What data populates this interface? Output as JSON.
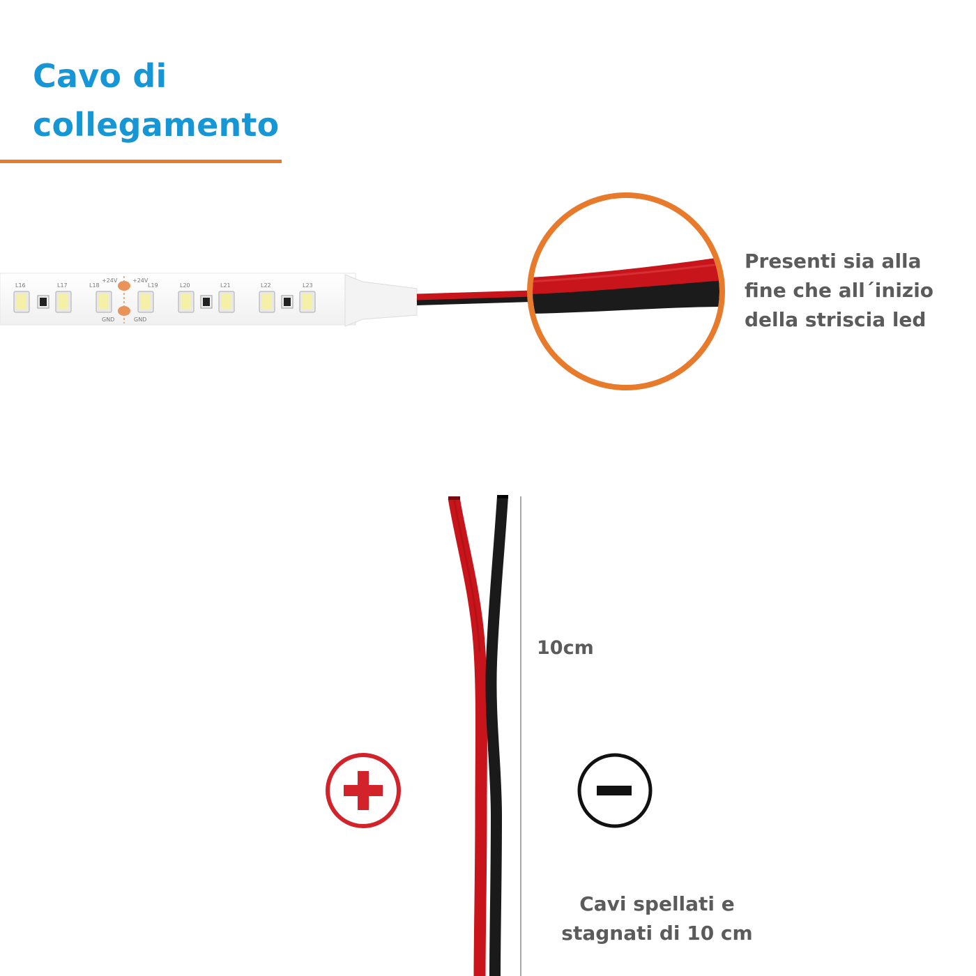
{
  "title": {
    "line1": "Cavo di",
    "line2": "collegamento"
  },
  "strip_note": {
    "line1": "Presenti sia alla",
    "line2": "fine che all´inizio",
    "line3": "della striscia led"
  },
  "length_label": "10cm",
  "cables_note": {
    "line1": "Cavi spellati e",
    "line2": "stagnati di 10 cm"
  },
  "strip_markings": {
    "l16": "L16",
    "l17": "L17",
    "l18": "L18",
    "l19": "L19",
    "l20": "L20",
    "l21": "L21",
    "l22": "L22",
    "l23": "L23",
    "v24a": "+24V",
    "v24b": "+24V",
    "gnda": "GND",
    "gndb": "GND"
  },
  "icons": {
    "positive": "plus-sign-icon",
    "negative": "minus-sign-icon",
    "highlight": "magnifier-circle"
  },
  "colors": {
    "title": "#1796d6",
    "accent_orange": "#e87a2c",
    "text_gray": "#5b5b5b",
    "red_wire": "#c8151b",
    "black_wire": "#1a1a1a",
    "positive_icon": "#d2232a",
    "negative_icon": "#111111"
  }
}
